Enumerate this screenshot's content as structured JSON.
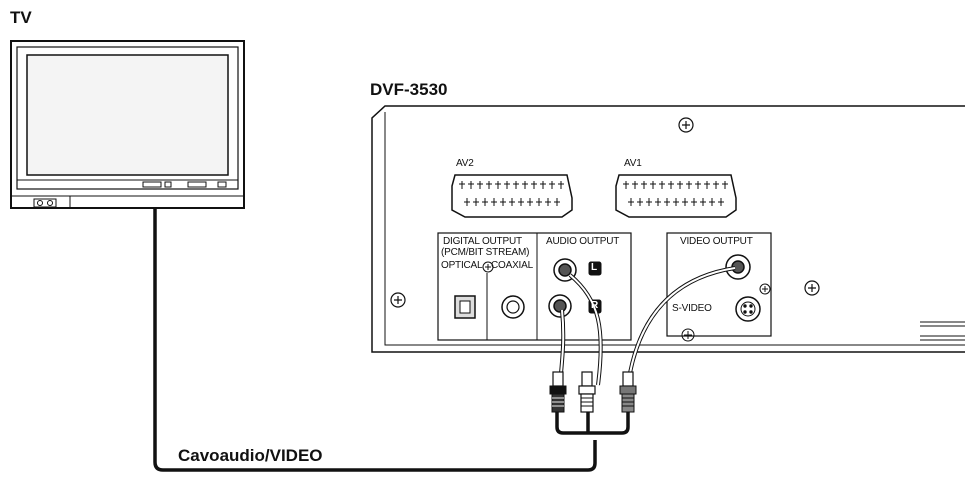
{
  "diagram": {
    "tv_label": "TV",
    "device_label": "DVF-3530",
    "cable_label": "Cavoaudio/VIDEO",
    "scart": {
      "av2_label": "AV2",
      "av1_label": "AV1"
    },
    "panel": {
      "digital_output_title": "DIGITAL OUTPUT",
      "digital_output_sub": "(PCM/BIT STREAM)",
      "optical_label": "OPTICAL",
      "coaxial_label": "COAXIAL",
      "audio_output_title": "AUDIO OUTPUT",
      "left_badge": "L",
      "right_badge": "R",
      "video_output_title": "VIDEO OUTPUT",
      "svideo_label": "S-VIDEO"
    },
    "colors": {
      "line": "#111111",
      "panel_fill": "#ffffff",
      "shade": "#cfcfcf"
    }
  }
}
